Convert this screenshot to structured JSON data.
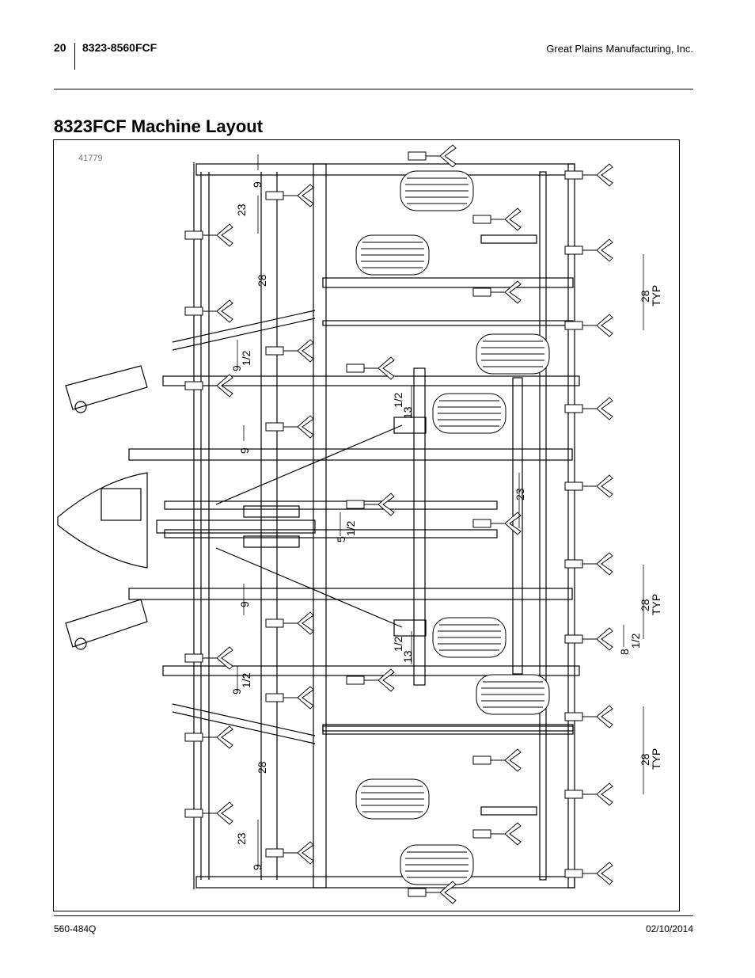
{
  "header": {
    "page_number": "20",
    "model": "8323-8560FCF",
    "company": "Great Plains Manufacturing, Inc."
  },
  "title": "8323FCF Machine Layout",
  "figure": {
    "id": "41779",
    "dimensions": {
      "d9_top": "9",
      "d23_top": "23",
      "d28_left_top": "28",
      "d28_right_top": "28",
      "typ_right_top": "TYP",
      "d9_half_a": "9",
      "d9_half_a_frac": "1/2",
      "d13_half_a": "13",
      "d13_half_a_frac": "1/2",
      "d9_mid_a": "9",
      "d23_center": "23",
      "d5_half": "5",
      "d5_half_frac": "1/2",
      "d9_mid_b": "9",
      "d28_right_mid": "28",
      "typ_right_mid": "TYP",
      "d8_half": "8",
      "d8_half_frac": "1/2",
      "d13_half_b": "13",
      "d13_half_b_frac": "1/2",
      "d9_half_b": "9",
      "d9_half_b_frac": "1/2",
      "d28_left_bot": "28",
      "d28_right_bot": "28",
      "typ_right_bot": "TYP",
      "d23_bot": "23",
      "d9_bot": "9"
    }
  },
  "footer": {
    "doc_number": "560-484Q",
    "date": "02/10/2014"
  }
}
